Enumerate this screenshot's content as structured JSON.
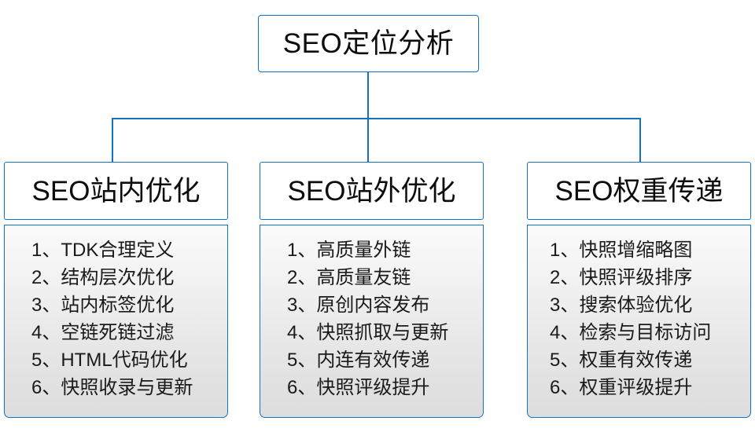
{
  "diagram": {
    "root": {
      "label": "SEO定位分析"
    },
    "columns": [
      {
        "header": "SEO站内优化",
        "items": [
          "1、TDK合理定义",
          "2、结构层次优化",
          "3、站内标签优化",
          "4、空链死链过滤",
          "5、HTML代码优化",
          "6、快照收录与更新"
        ]
      },
      {
        "header": "SEO站外优化",
        "items": [
          "1、高质量外链",
          "2、高质量友链",
          "3、原创内容发布",
          "4、快照抓取与更新",
          "5、内连有效传递",
          "6、快照评级提升"
        ]
      },
      {
        "header": "SEO权重传递",
        "items": [
          "1、快照增缩略图",
          "2、快照评级排序",
          "3、搜索体验优化",
          "4、检索与目标访问",
          "5、权重有效传递",
          "6、权重评级提升"
        ]
      }
    ],
    "colors": {
      "border": "#1272c4",
      "connector": "#1272c4",
      "header_fill": "#ffffff",
      "body_fill_top": "#fbfbfb",
      "body_fill_bottom": "#dddddd",
      "text": "#0d0d0d",
      "background": "#ffffff"
    }
  }
}
